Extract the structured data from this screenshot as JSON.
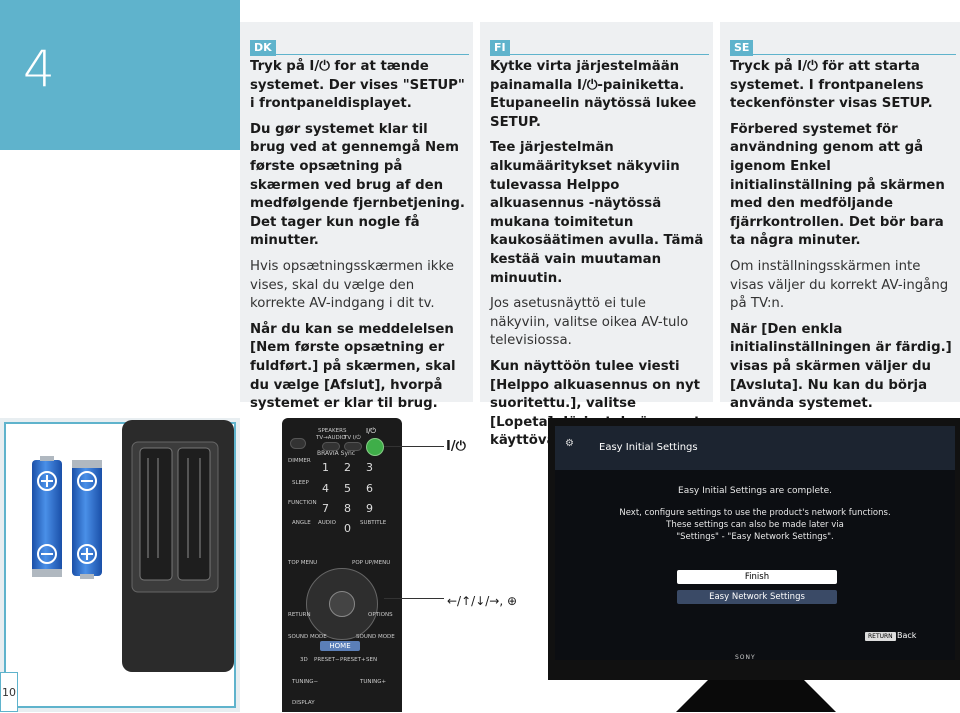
{
  "step_number": "4",
  "page_number": "10",
  "dk": {
    "code": "DK",
    "p1": "Tryk på I/⏻ for at tænde systemet. Der vises \"SETUP\" i frontpaneldisplayet.",
    "p2": "Du gør systemet klar til brug ved at gennemgå Nem første opsætning på skærmen ved brug af den medfølgende fjernbetjening. Det tager kun nogle få minutter.",
    "p3": "Hvis opsætningsskærmen ikke vises, skal du vælge den korrekte AV-indgang i dit tv.",
    "p4": "Når du kan se meddelelsen [Nem første opsætning er fuldført.] på skærmen, skal du vælge [Afslut], hvorpå systemet er klar til brug."
  },
  "fi": {
    "code": "FI",
    "p1": "Kytke virta järjestelmään painamalla I/⏻-painiketta. Etupaneelin näytössä lukee SETUP.",
    "p2": "Tee järjestelmän alkumääritykset näkyviin tulevassa Helppo alkuasennus -näytössä mukana toimitetun kaukosäätimen avulla. Tämä kestää vain muutaman minuutin.",
    "p3": "Jos asetusnäyttö ei tule näkyviin, valitse oikea AV-tulo televisiossa.",
    "p4": "Kun näyttöön tulee viesti [Helppo alkuasennus on nyt suoritettu.], valitse [Lopeta]. Järjestelmä on nyt käyttövalmis."
  },
  "se": {
    "code": "SE",
    "p1": "Tryck på I/⏻ för att starta systemet. I frontpanelens teckenfönster visas SETUP.",
    "p2": "Förbered systemet för användning genom att gå igenom Enkel initialinställning på skärmen med den medföljande fjärrkontrollen. Det bör bara ta några minuter.",
    "p3": "Om inställningsskärmen inte visas väljer du korrekt AV-ingång på TV:n.",
    "p4": "När [Den enkla initialinställningen är färdig.] visas på skärmen väljer du [Avsluta]. Nu kan du börja använda systemet."
  },
  "annotations": {
    "power": "I/⏻",
    "arrows": "←/↑/↓/→, ⊕"
  },
  "remote": {
    "speakers": "SPEAKERS",
    "tv_audio": "TV→AUDIO",
    "tv_power": "TV I/⏻",
    "power": "I/⏻",
    "bravia_sync": "BRAVIA Sync",
    "dimmer": "DIMMER",
    "sleep": "SLEEP",
    "function": "FUNCTION",
    "angle": "ANGLE",
    "audio": "AUDIO",
    "subtitle": "SUBTITLE",
    "top_menu": "TOP MENU",
    "popup_menu": "POP UP/MENU",
    "return": "RETURN",
    "options": "OPTIONS",
    "sound_mode_1": "SOUND MODE",
    "sound_mode_2": "SOUND MODE",
    "home": "HOME",
    "three_d": "3D",
    "preset_minus": "PRESET−",
    "preset_plus": "PRESET+",
    "sen": "SEN",
    "tuning_minus": "TUNING−",
    "tuning_plus": "TUNING+",
    "display": "DISPLAY",
    "nums": [
      "1",
      "2",
      "3",
      "4",
      "5",
      "6",
      "7",
      "8",
      "9",
      "0"
    ]
  },
  "tv_screen": {
    "header": "Easy Initial Settings",
    "complete": "Easy Initial Settings are complete.",
    "line1": "Next, configure settings to use the product's network functions.",
    "line2": "These settings can also be made later via",
    "line3": "\"Settings\" - \"Easy Network Settings\".",
    "finish": "Finish",
    "network": "Easy Network Settings",
    "return_key": "RETURN",
    "back": "Back",
    "brand": "SONY"
  },
  "colors": {
    "accent": "#5fb3cc",
    "panel_bg": "#eef0f2",
    "battery_blue": "#2a6fd0"
  }
}
